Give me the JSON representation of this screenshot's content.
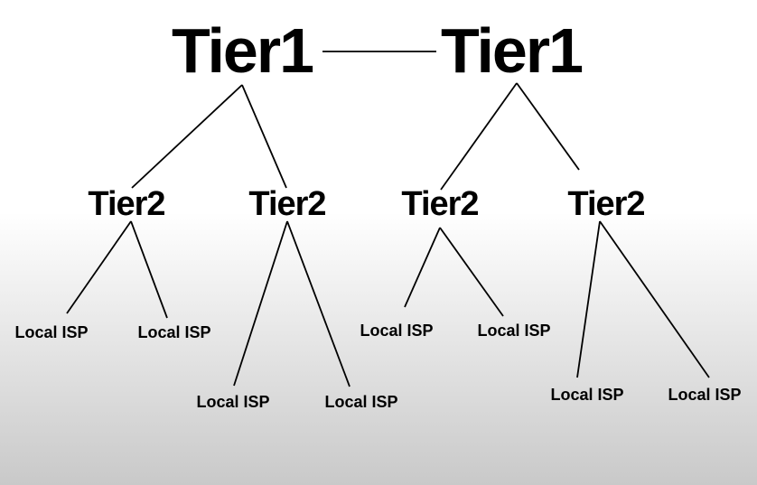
{
  "nodes": {
    "tier1_left": "Tier1",
    "tier1_right": "Tier1",
    "tier2_a": "Tier2",
    "tier2_b": "Tier2",
    "tier2_c": "Tier2",
    "tier2_d": "Tier2",
    "isp_a1": "Local ISP",
    "isp_a2": "Local ISP",
    "isp_b1": "Local ISP",
    "isp_b2": "Local ISP",
    "isp_c1": "Local ISP",
    "isp_c2": "Local ISP",
    "isp_d1": "Local ISP",
    "isp_d2": "Local ISP"
  },
  "edges": [
    [
      "tier1_left",
      "tier1_right"
    ],
    [
      "tier1_left",
      "tier2_a"
    ],
    [
      "tier1_left",
      "tier2_b"
    ],
    [
      "tier1_right",
      "tier2_c"
    ],
    [
      "tier1_right",
      "tier2_d"
    ],
    [
      "tier2_a",
      "isp_a1"
    ],
    [
      "tier2_a",
      "isp_a2"
    ],
    [
      "tier2_b",
      "isp_b1"
    ],
    [
      "tier2_b",
      "isp_b2"
    ],
    [
      "tier2_c",
      "isp_c1"
    ],
    [
      "tier2_c",
      "isp_c2"
    ],
    [
      "tier2_d",
      "isp_d1"
    ],
    [
      "tier2_d",
      "isp_d2"
    ]
  ]
}
